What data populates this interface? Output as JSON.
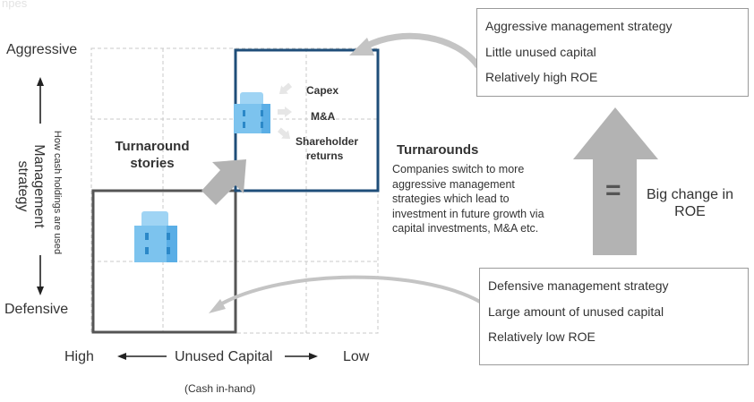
{
  "faint_text": "npes",
  "axes": {
    "y_top": "Aggressive",
    "y_bottom": "Defensive",
    "y_title_line1": "Management",
    "y_title_line2": "strategy",
    "y_subtitle": "How cash holdings are used",
    "x_left": "High",
    "x_right": "Low",
    "x_title": "Unused Capital",
    "x_subtitle": "(Cash in-hand)"
  },
  "quadrant": {
    "turnaround_stories_line1": "Turnaround",
    "turnaround_stories_line2": "stories",
    "actions": [
      "Capex",
      "M&A",
      "Shareholder",
      "returns"
    ]
  },
  "turnarounds": {
    "title": "Turnarounds",
    "lines": [
      "Companies switch to more",
      "aggressive management",
      "strategies which lead to",
      "investment in future growth via",
      "capital investments, M&A etc."
    ]
  },
  "aggressive_box": {
    "lines": [
      "Aggressive management strategy",
      "Little unused capital",
      "Relatively high ROE"
    ]
  },
  "defensive_box": {
    "lines": [
      "Defensive management strategy",
      "Large amount of unused capital",
      "Relatively low ROE"
    ]
  },
  "big_arrow": {
    "symbol": "=",
    "label_line1": "Big change in",
    "label_line2": "ROE"
  },
  "colors": {
    "navy": "#1f4e79",
    "dark_gray": "#555555",
    "arrow_gray": "#b3b3b3",
    "building_blue": "#7cc3ee",
    "building_dark": "#2b88c8"
  }
}
